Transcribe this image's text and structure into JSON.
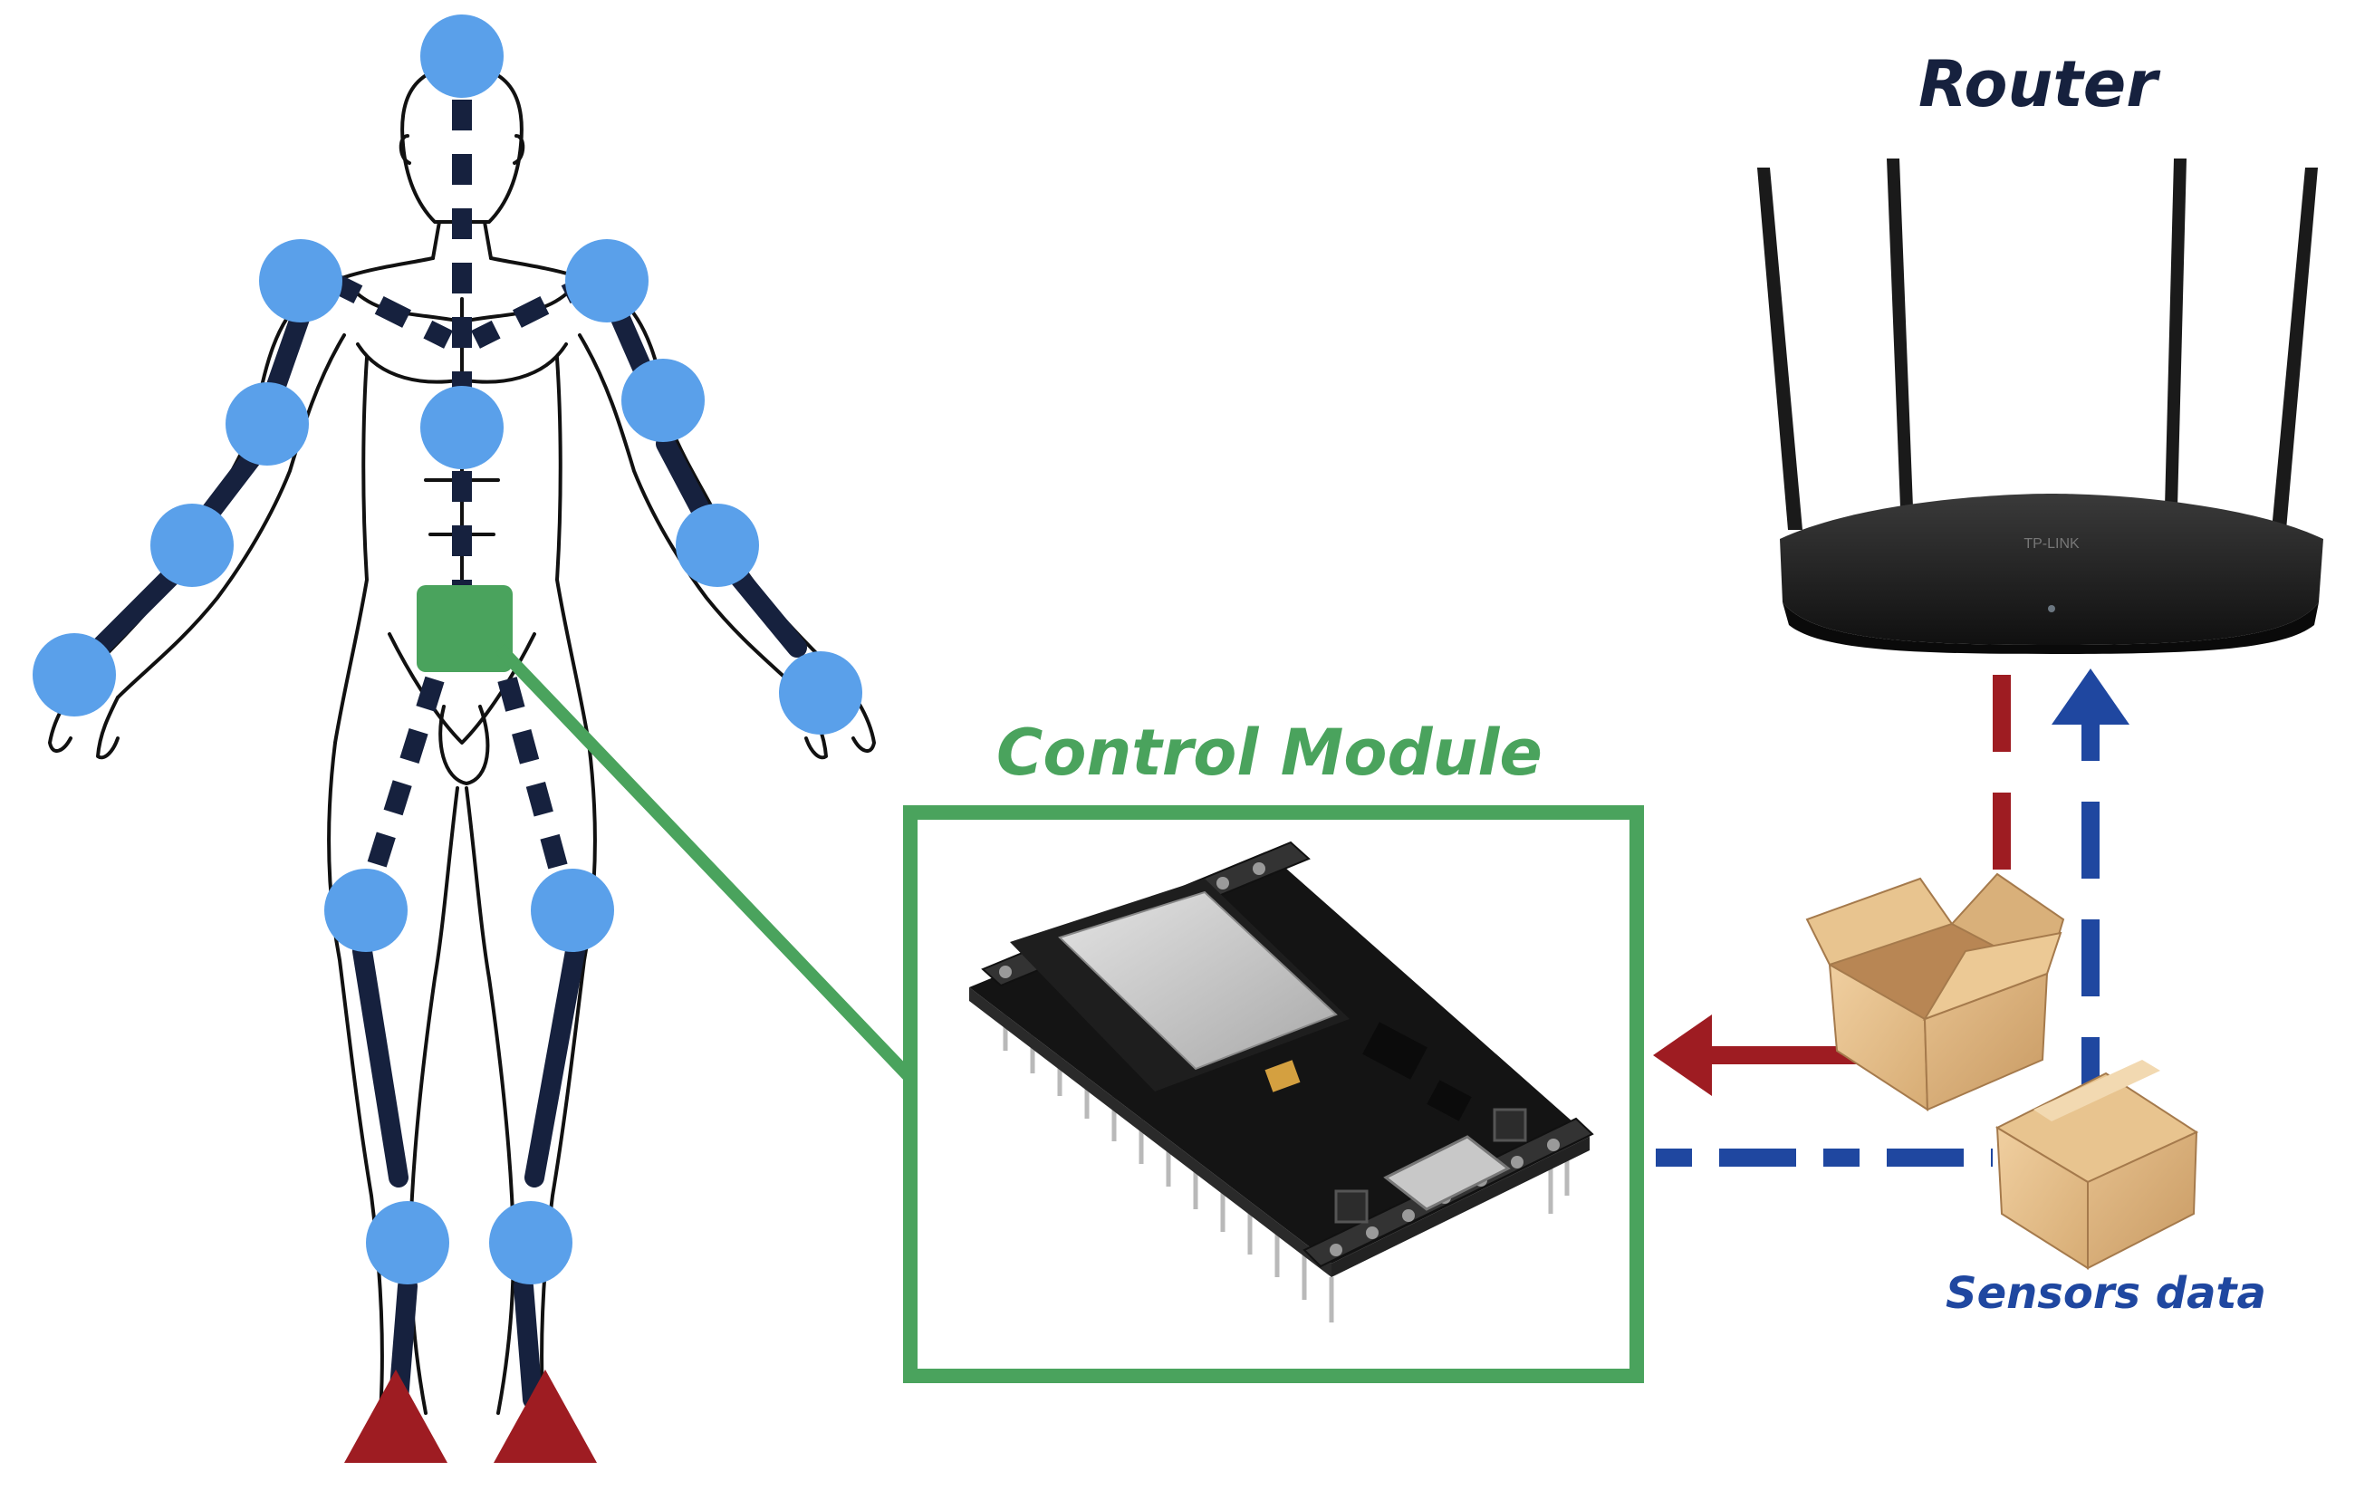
{
  "labels": {
    "router": "Router",
    "control_module": "Control Module",
    "sensors_data": "Sensors data"
  },
  "colors": {
    "joint": "#5aa0ea",
    "limb": "#16213e",
    "control_box": "#4aa35d",
    "foot_sensor": "#9e1c22",
    "router_label": "#16213e",
    "control_label": "#4aa35d",
    "sensors_label": "#1f47a0",
    "downlink": "#9e1c22",
    "uplink": "#1f47a0"
  }
}
